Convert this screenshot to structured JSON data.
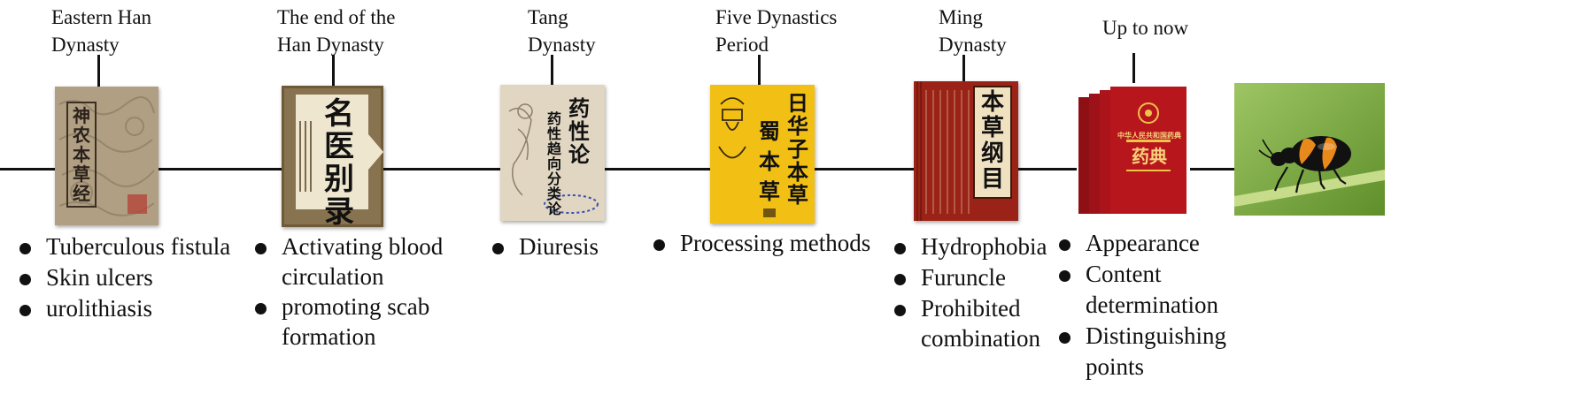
{
  "timeline": [
    {
      "period": [
        "Eastern Han",
        "Dynasty"
      ],
      "book_title": "神农本草经",
      "items": [
        "Tuberculous fistula",
        "Skin ulcers",
        "urolithiasis"
      ]
    },
    {
      "period": [
        "The end of the",
        "Han Dynasty"
      ],
      "book_title": "名医别录",
      "items": [
        "Activating blood circulation",
        "promoting scab formation"
      ]
    },
    {
      "period": [
        "Tang",
        "Dynasty"
      ],
      "book_title": "药性论",
      "book_subtitle": "药性趋向分类论",
      "items": [
        "Diuresis"
      ]
    },
    {
      "period": [
        "Five Dynastics",
        "Period"
      ],
      "book_title": "日华子本草",
      "book_subtitle": "蜀本草",
      "items": [
        "Processing methods"
      ]
    },
    {
      "period": [
        "Ming",
        "Dynasty"
      ],
      "book_title": "本草纲目",
      "items": [
        "Hydrophobia",
        "Furuncle",
        "Prohibited combination"
      ]
    },
    {
      "period": [
        "Up to now"
      ],
      "book_title": "中华人民共和国药典",
      "book_subtitle": "药典",
      "items": [
        "Appearance",
        "Content determination",
        "Distinguishing points"
      ]
    }
  ],
  "colors": {
    "line": "#111111",
    "pharmacopoeia_red": "#b3151b",
    "beetle_orange": "#e8891b",
    "leaf_green": "#7aa63a"
  }
}
